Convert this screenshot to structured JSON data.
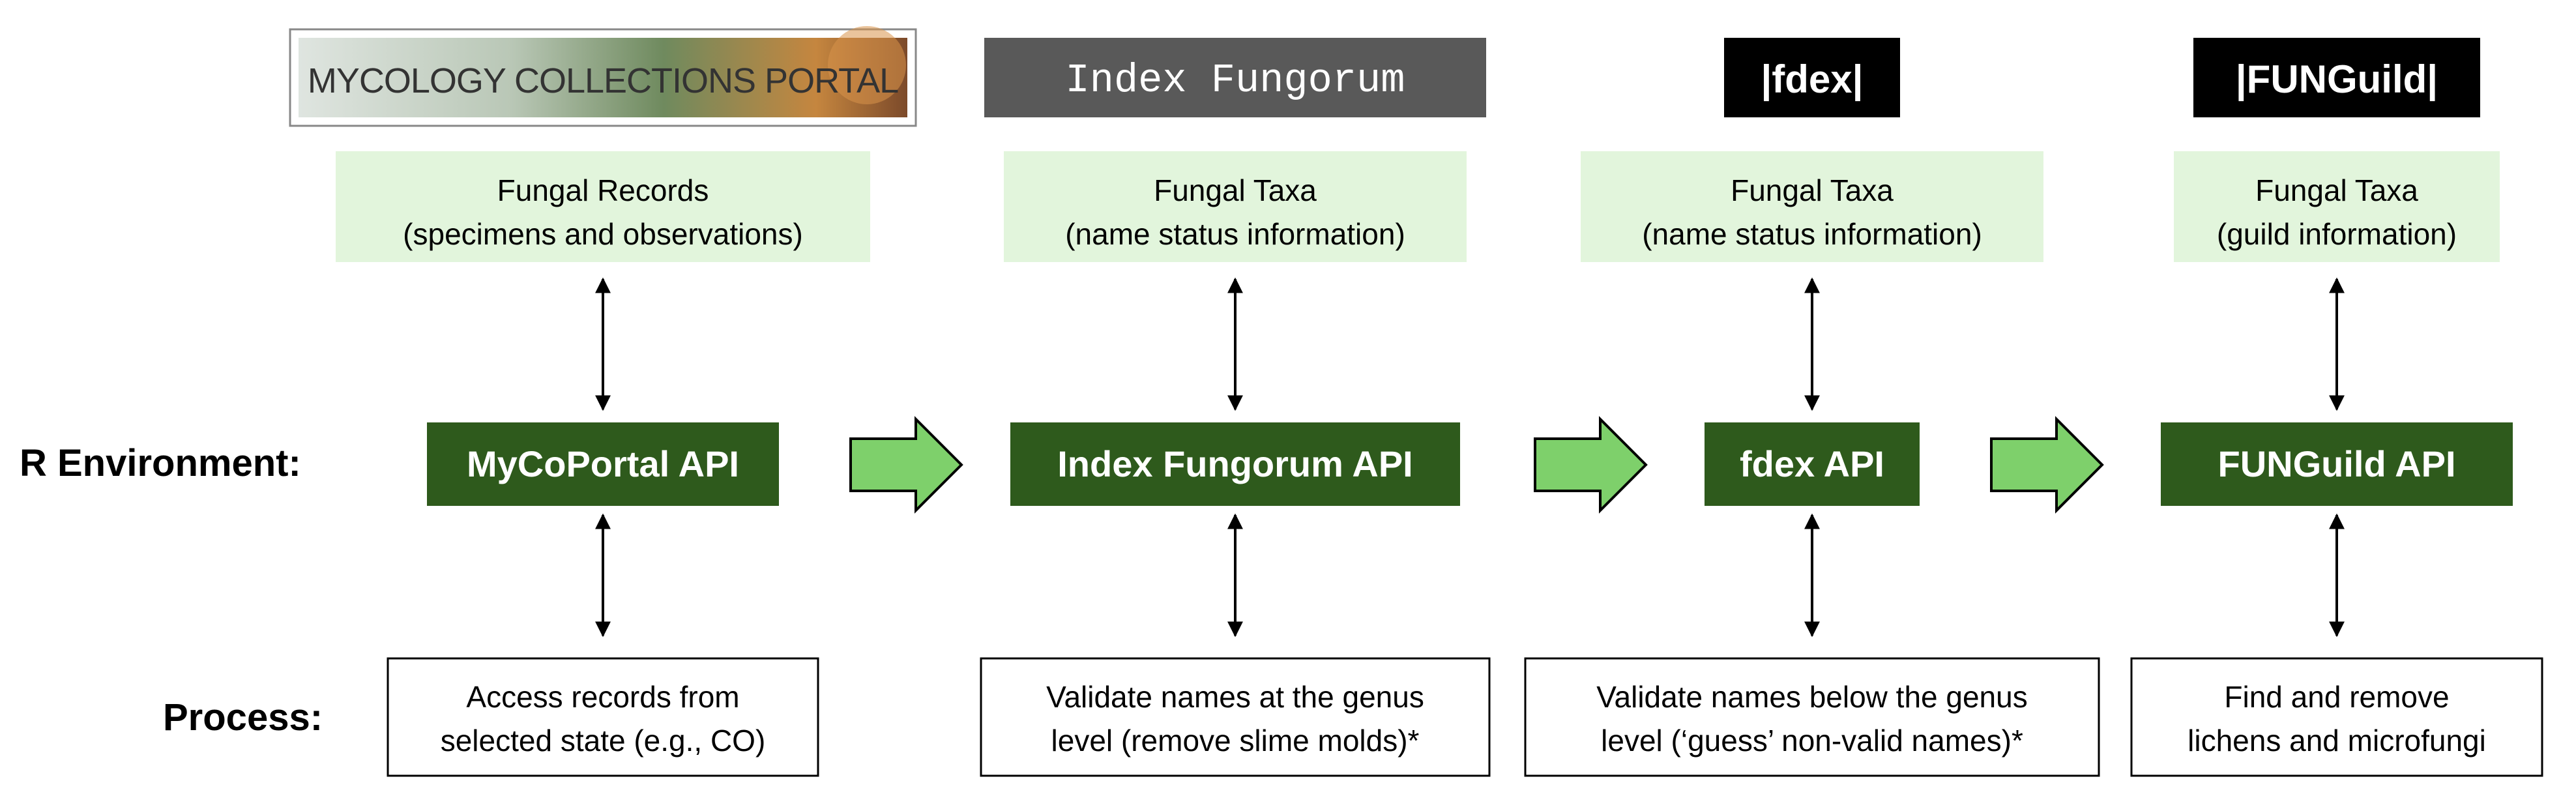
{
  "row_labels": {
    "r_environment": "R Environment:",
    "process": "Process:"
  },
  "columns": [
    {
      "id": "mycoportal",
      "source_logo": "MYCOLOGY COLLECTIONS PORTAL",
      "source_line1": "Fungal Records",
      "source_line2": "(specimens and observations)",
      "api": "MyCoPortal API",
      "process_line1": "Access records from",
      "process_line2": "selected state (e.g., CO)"
    },
    {
      "id": "index-fungorum",
      "source_logo": "Index Fungorum",
      "source_line1": "Fungal Taxa",
      "source_line2": "(name status information)",
      "api": "Index Fungorum API",
      "process_line1": "Validate names at the genus",
      "process_line2": "level (remove slime molds)*"
    },
    {
      "id": "fdex",
      "source_logo": "|fdex|",
      "source_line1": "Fungal Taxa",
      "source_line2": "(name status information)",
      "api": "fdex API",
      "process_line1": "Validate names below the genus",
      "process_line2": "level (‘guess’ non-valid names)*"
    },
    {
      "id": "funguild",
      "source_logo": "|FUNGuild|",
      "source_line1": "Fungal Taxa",
      "source_line2": "(guild information)",
      "api": "FUNGuild API",
      "process_line1": "Find and remove",
      "process_line2": "lichens and microfungi"
    }
  ],
  "colors": {
    "api_fill": "#2e5a1c",
    "api_text": "#ffffff",
    "source_fill": "#e2f5dc",
    "flow_arrow_fill": "#7ed06b",
    "index_fungorum_logo_fill": "#595959",
    "black_logo_fill": "#000000"
  }
}
